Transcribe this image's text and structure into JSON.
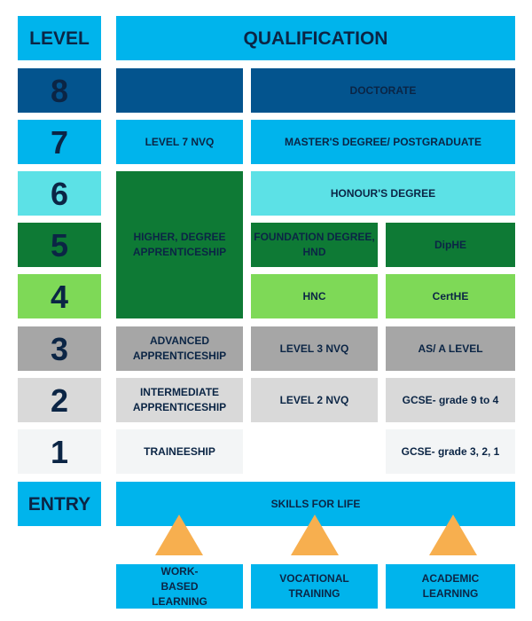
{
  "header": {
    "level": "LEVEL",
    "qualification": "QUALIFICATION"
  },
  "levels": [
    "8",
    "7",
    "6",
    "5",
    "4",
    "3",
    "2",
    "1",
    "ENTRY"
  ],
  "cells": {
    "doctorate": "DOCTORATE",
    "level7nvq": "LEVEL 7 NVQ",
    "masters": "MASTER'S DEGREE/ POSTGRADUATE",
    "honours": "HONOUR'S DEGREE",
    "higher_apprenticeship": "HIGHER, DEGREE APPRENTICESHIP",
    "foundation": "FOUNDATION DEGREE, HND",
    "diphe": "DipHE",
    "hnc": "HNC",
    "certhe": "CertHE",
    "advanced_apprenticeship": "ADVANCED APPRENTICESHIP",
    "level3nvq": "LEVEL 3 NVQ",
    "as_a_level": "AS/ A LEVEL",
    "intermediate_apprenticeship": "INTERMEDIATE APPRENTICESHIP",
    "level2nvq": "LEVEL 2 NVQ",
    "gcse_9_4": "GCSE- grade 9 to 4",
    "traineeship": "TRAINEESHIP",
    "gcse_3_2_1": "GCSE- grade 3, 2, 1",
    "skills_for_life": "SKILLS FOR LIFE"
  },
  "pathways": [
    "WORK-BASED LEARNING",
    "VOCATIONAL TRAINING",
    "ACADEMIC LEARNING"
  ],
  "colors": {
    "light_blue": "#00B4EC",
    "dark_blue": "#03548E",
    "cyan": "#5CE1E6",
    "dark_green": "#0E7A35",
    "light_green": "#7ED957",
    "grey": "#A6A6A6",
    "light_grey": "#D9D9D9",
    "near_white": "#F3F5F6",
    "navy_text": "#0B2545",
    "triangle": "#F7AF4F"
  }
}
